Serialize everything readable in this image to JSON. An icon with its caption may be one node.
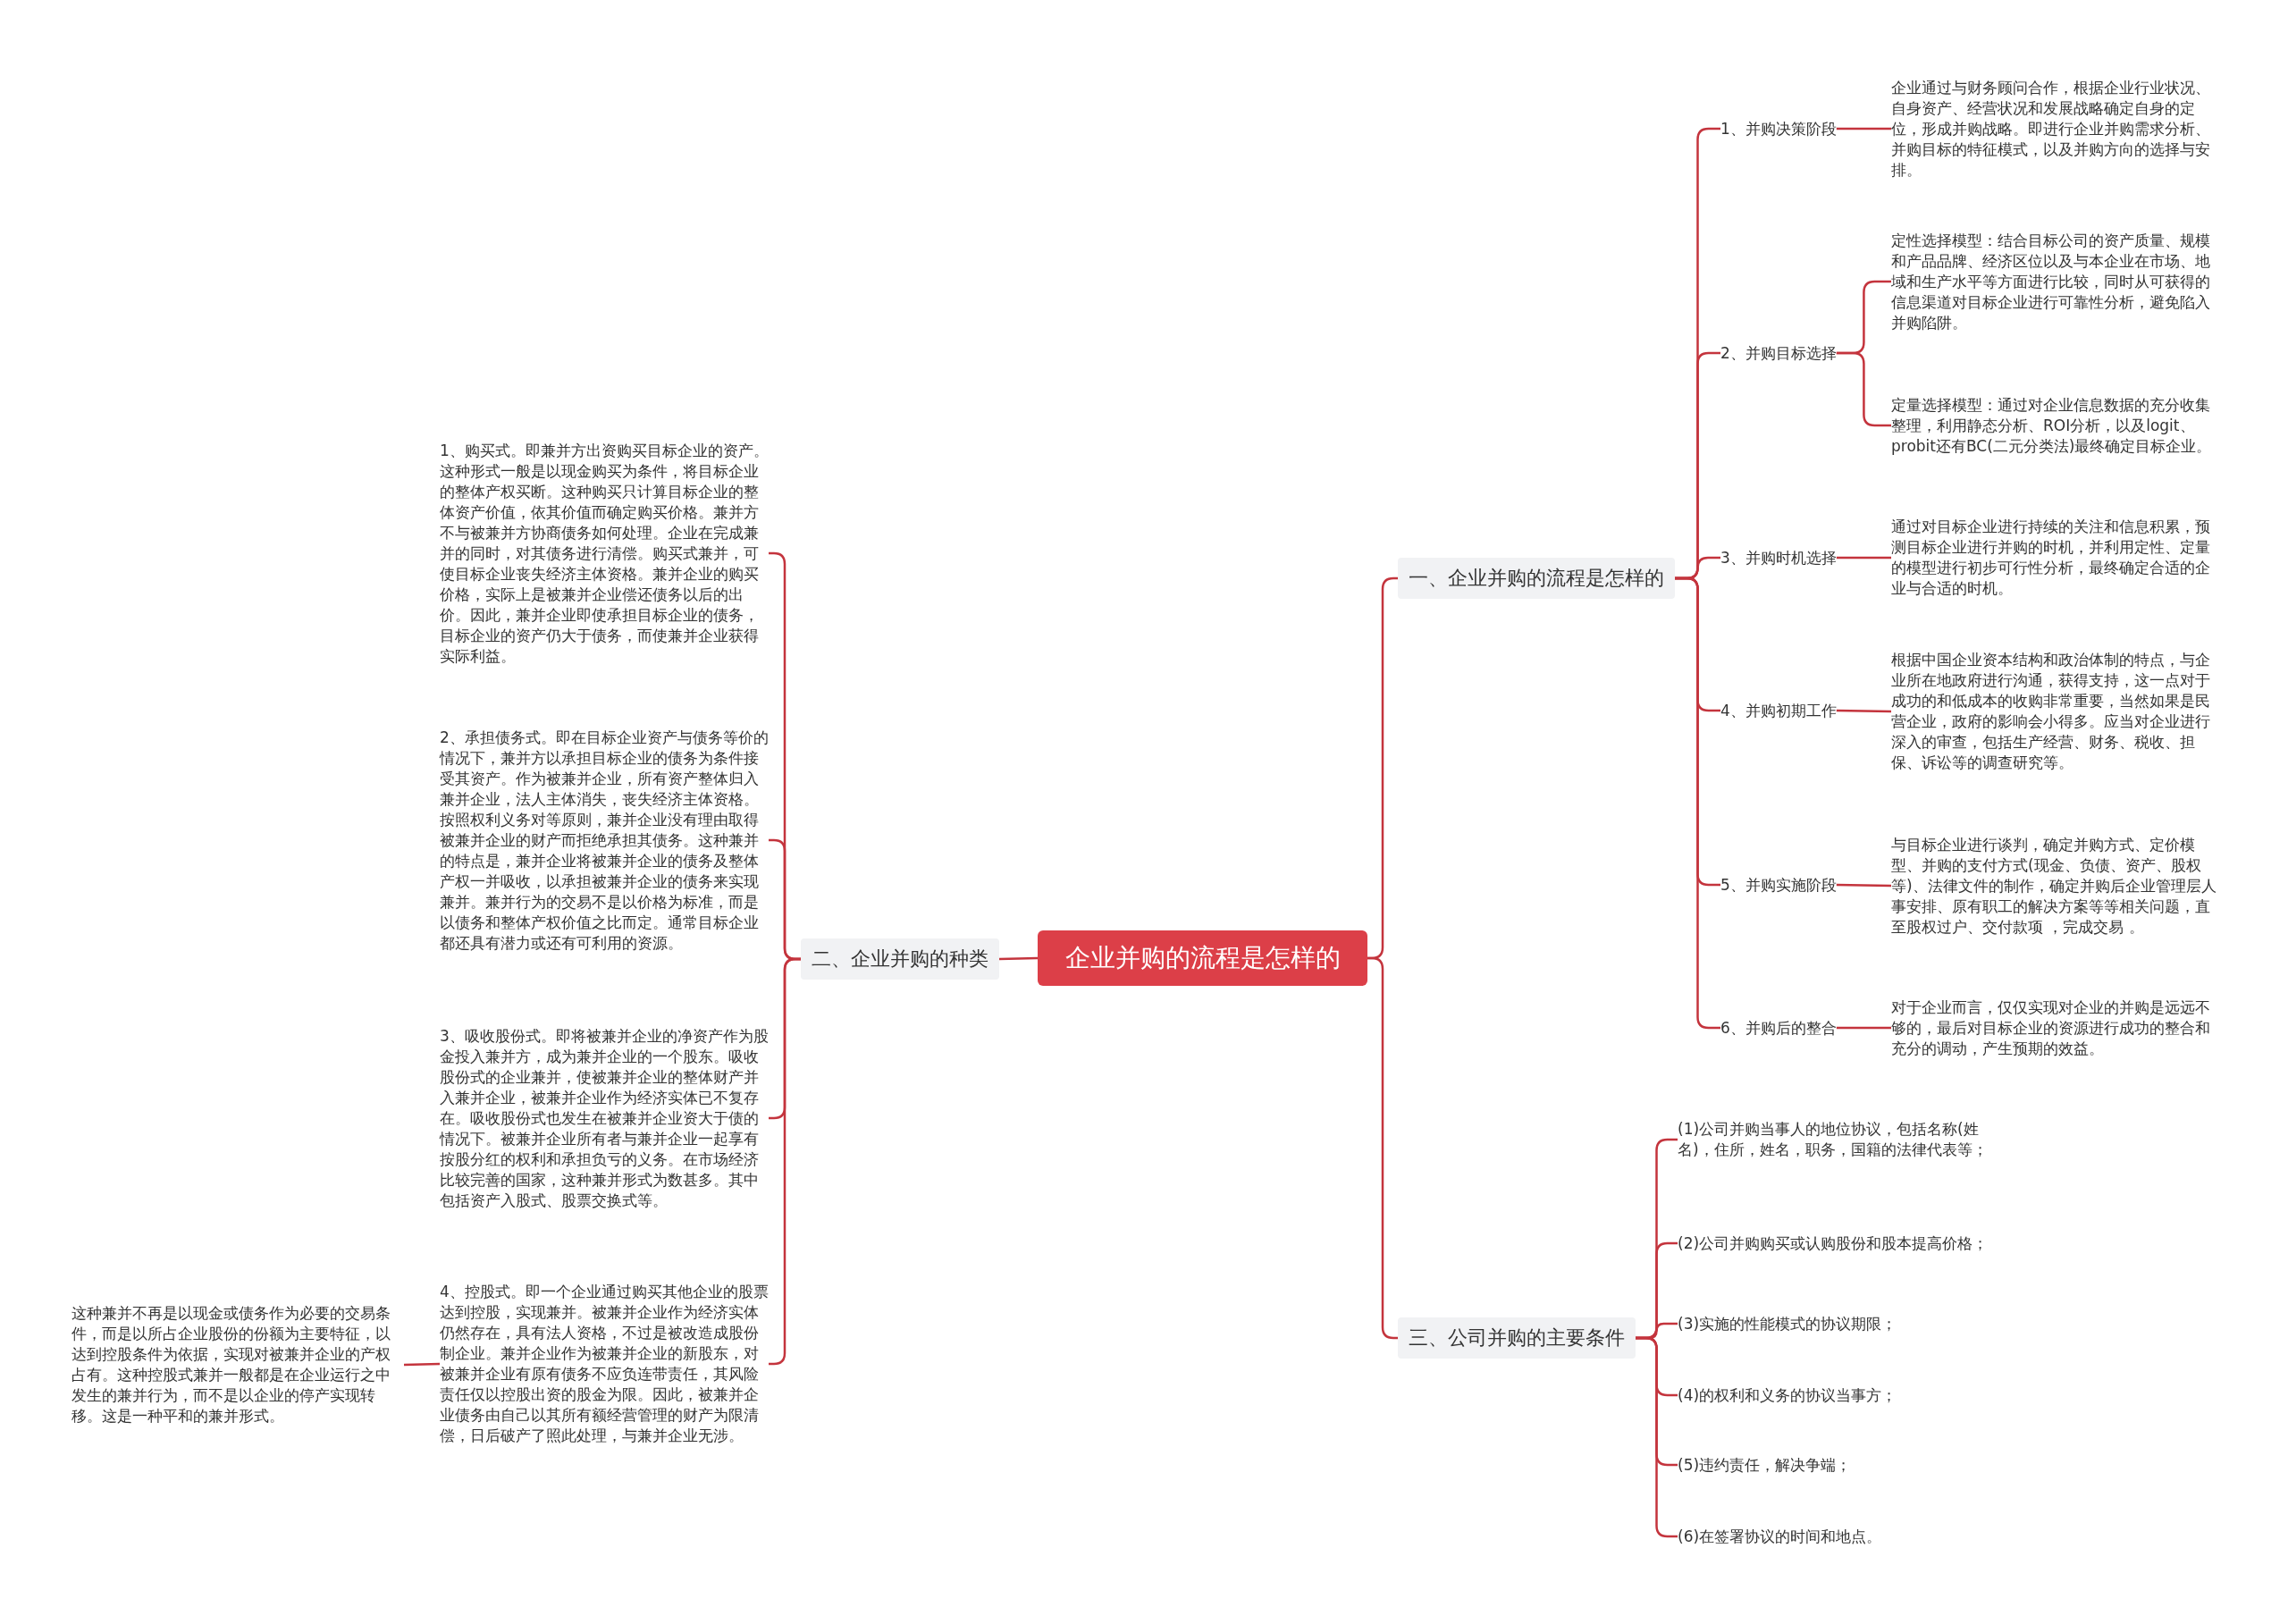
{
  "diagram": {
    "nodes": [
      {
        "text": [
          "企业并购的流程是怎样的"
        ]
      },
      {
        "text": [
          "一、企业并购的流程是怎样的"
        ]
      },
      {
        "text": [
          "1、并购决策阶段"
        ]
      },
      {
        "text": [
          "2、并购目标选择"
        ]
      },
      {
        "text": [
          "3、并购时机选择"
        ]
      },
      {
        "text": [
          "4、并购初期工作"
        ]
      },
      {
        "text": [
          "5、并购实施阶段"
        ]
      },
      {
        "text": [
          "6、并购后的整合"
        ]
      },
      {
        "text": [
          "企业通过与财务顾问合作，根据企业行业状况、自身资产、经营状况和发展战略确定自身的定位，形成并购战略。即进行企业并购需求分析、并购目标的特征模式，以及并购方向的选择与安排。"
        ]
      },
      {
        "text": [
          "定性选择模型：结合目标公司的资产质量、规模和产品品牌、经济区位以及与本企业在市场、地域和生产水平等方面进行比较，同时从可获得的信息渠道对目标企业进行可靠性分析，避免陷入并购陷阱。"
        ]
      },
      {
        "text": [
          "定量选择模型：通过对企业信息数据的充分收集整理，利用静态分析、ROI分析，以及logit、probit还有BC(二元分类法)最终确定目标企业。"
        ]
      },
      {
        "text": [
          "通过对目标企业进行持续的关注和信息积累，预测目标企业进行并购的时机，并利用定性、定量的模型进行初步可行性分析，最终确定合适的企业与合适的时机。"
        ]
      },
      {
        "text": [
          "根据中国企业资本结构和政治体制的特点，与企业所在地政府进行沟通，获得支持，这一点对于成功的和低成本的收购非常重要，当然如果是民营企业，政府的影响会小得多。应当对企业进行深入的审查，包括生产经营、财务、税收、担保、诉讼等的调查研究等。"
        ]
      },
      {
        "text": [
          "与目标企业进行谈判，确定并购方式、定价模型、并购的支付方式(现金、负债、资产、股权等)、法律文件的制作，确定并购后企业管理层人事安排、原有职工的解决方案等等相关问题，直至股权过户、交付款项 ，完成交易 。"
        ]
      },
      {
        "text": [
          "对于企业而言，仅仅实现对企业的并购是远远不够的，最后对目标企业的资源进行成功的整合和充分的调动，产生预期的效益。"
        ]
      },
      {
        "text": [
          "二、企业并购的种类"
        ]
      },
      {
        "text": [
          "1、购买式。即兼并方出资购买目标企业的资产。这种形式一般是以现金购买为条件，将目标企业的整体产权买断。这种购买只计算目标企业的整体资产价值，依其价值而确定购买价格。兼并方不与被兼并方协商债务如何处理。企业在完成兼并的同时，对其债务进行清偿。购买式兼并，可使目标企业丧失经济主体资格。兼并企业的购买价格，实际上是被兼并企业偿还债务以后的出价。因此，兼并企业即使承担目标企业的债务，目标企业的资产仍大于债务，而使兼并企业获得实际利益。"
        ]
      },
      {
        "text": [
          "2、承担债务式。即在目标企业资产与债务等价的情况下，兼并方以承担目标企业的债务为条件接受其资产。作为被兼并企业，所有资产整体归入兼并企业，法人主体消失，丧失经济主体资格。按照权利义务对等原则，兼并企业没有理由取得被兼并企业的财产而拒绝承担其债务。这种兼并的特点是，兼并企业将被兼并企业的债务及整体产权一并吸收，以承担被兼并企业的债务来实现兼并。兼并行为的交易不是以价格为标准，而是以债务和整体产权价值之比而定。通常目标企业都还具有潜力或还有可利用的资源。"
        ]
      },
      {
        "text": [
          "3、吸收股份式。即将被兼并企业的净资产作为股金投入兼并方，成为兼并企业的一个股东。吸收股份式的企业兼并，使被兼并企业的整体财产并入兼并企业，被兼并企业作为经济实体已不复存在。吸收股份式也发生在被兼并企业资大于债的情况下。被兼并企业所有者与兼并企业一起享有按股分红的权利和承担负亏的义务。在市场经济比较完善的国家，这种兼并形式为数甚多。其中包括资产入股式、股票交换式等。"
        ]
      },
      {
        "text": [
          "4、控股式。即一个企业通过购买其他企业的股票达到控股，实现兼并。被兼并企业作为经济实体仍然存在，具有法人资格，不过是被改造成股份制企业。兼并企业作为被兼并企业的新股东，对被兼并企业有原有债务不应负连带责任，其风险责任仅以控股出资的股金为限。因此，被兼并企业债务由自己以其所有额经营管理的财产为限清偿，日后破产了照此处理，与兼并企业无涉。"
        ]
      },
      {
        "text": [
          "这种兼并不再是以现金或债务作为必要的交易条件，而是以所占企业股份的份额为主要特征，以达到控股条件为依据，实现对被兼并企业的产权占有。这种控股式兼并一般都是在企业运行之中发生的兼并行为，而不是以企业的停产实现转移。这是一种平和的兼并形式。"
        ]
      },
      {
        "text": [
          "三、公司并购的主要条件"
        ]
      },
      {
        "text": [
          "(1)公司并购当事人的地位协议，包括名称(姓名)，住所，姓名，职务，国籍的法律代表等；"
        ]
      },
      {
        "text": [
          "(2)公司并购购买或认购股份和股本提高价格；"
        ]
      },
      {
        "text": [
          "(3)实施的性能模式的协议期限；"
        ]
      },
      {
        "text": [
          "(4)的权利和义务的协议当事方；"
        ]
      },
      {
        "text": [
          "(5)违约责任，解决争端；"
        ]
      },
      {
        "text": [
          "(6)在签署协议的时间和地点。"
        ]
      }
    ],
    "edges": [
      {
        "from": 0,
        "to": 1,
        "arrow": "none"
      },
      {
        "from": 0,
        "to": 15,
        "arrow": "none"
      },
      {
        "from": 0,
        "to": 21,
        "arrow": "none"
      },
      {
        "from": 1,
        "to": 2,
        "arrow": "none"
      },
      {
        "from": 1,
        "to": 3,
        "arrow": "none"
      },
      {
        "from": 1,
        "to": 4,
        "arrow": "none"
      },
      {
        "from": 1,
        "to": 5,
        "arrow": "none"
      },
      {
        "from": 1,
        "to": 6,
        "arrow": "none"
      },
      {
        "from": 1,
        "to": 7,
        "arrow": "none"
      },
      {
        "from": 2,
        "to": 8,
        "arrow": "none"
      },
      {
        "from": 3,
        "to": 9,
        "arrow": "none"
      },
      {
        "from": 3,
        "to": 10,
        "arrow": "none"
      },
      {
        "from": 4,
        "to": 11,
        "arrow": "none"
      },
      {
        "from": 5,
        "to": 12,
        "arrow": "none"
      },
      {
        "from": 6,
        "to": 13,
        "arrow": "none"
      },
      {
        "from": 7,
        "to": 14,
        "arrow": "none"
      },
      {
        "from": 15,
        "to": 16,
        "arrow": "none"
      },
      {
        "from": 15,
        "to": 17,
        "arrow": "none"
      },
      {
        "from": 15,
        "to": 18,
        "arrow": "none"
      },
      {
        "from": 15,
        "to": 19,
        "arrow": "none"
      },
      {
        "from": 19,
        "to": 20,
        "arrow": "none"
      },
      {
        "from": 21,
        "to": 22,
        "arrow": "none"
      },
      {
        "from": 21,
        "to": 23,
        "arrow": "none"
      },
      {
        "from": 21,
        "to": 24,
        "arrow": "none"
      },
      {
        "from": 21,
        "to": 25,
        "arrow": "none"
      },
      {
        "from": 21,
        "to": 26,
        "arrow": "none"
      },
      {
        "from": 21,
        "to": 27,
        "arrow": "none"
      }
    ]
  }
}
